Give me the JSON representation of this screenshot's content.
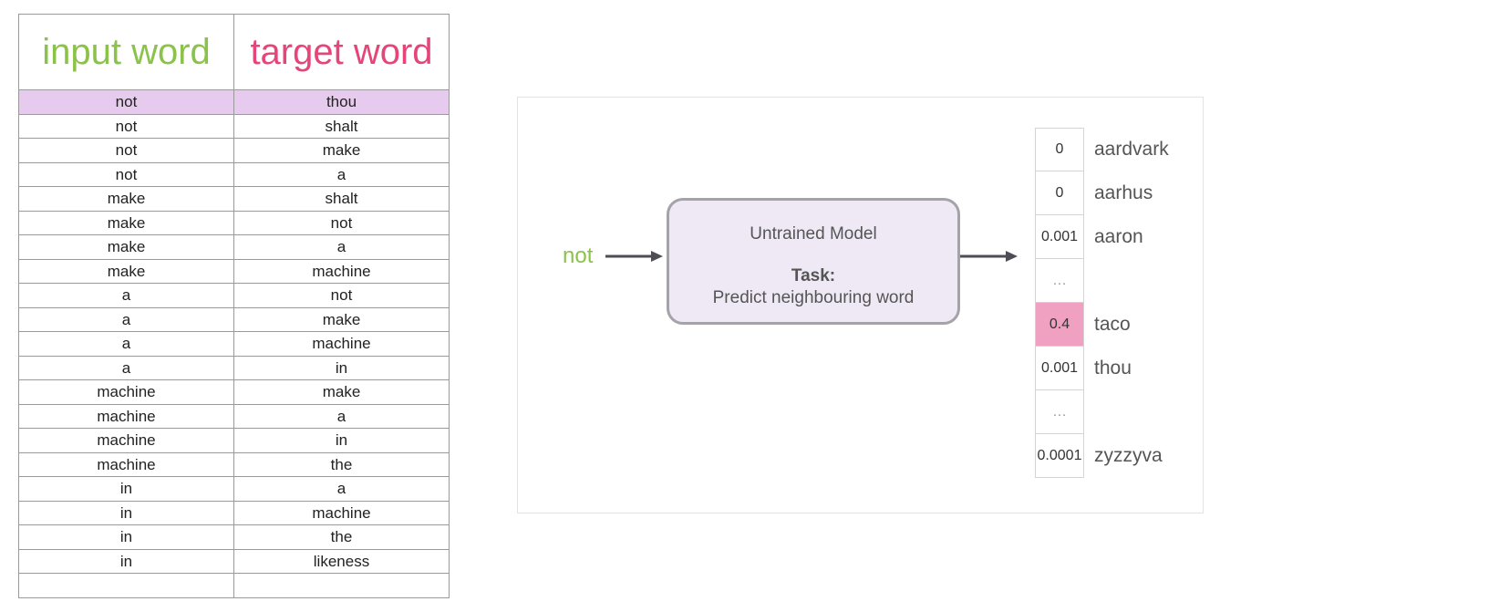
{
  "table": {
    "headers": {
      "input": "input word",
      "target": "target word"
    },
    "rows": [
      [
        "not",
        "thou"
      ],
      [
        "not",
        "shalt"
      ],
      [
        "not",
        "make"
      ],
      [
        "not",
        "a"
      ],
      [
        "make",
        "shalt"
      ],
      [
        "make",
        "not"
      ],
      [
        "make",
        "a"
      ],
      [
        "make",
        "machine"
      ],
      [
        "a",
        "not"
      ],
      [
        "a",
        "make"
      ],
      [
        "a",
        "machine"
      ],
      [
        "a",
        "in"
      ],
      [
        "machine",
        "make"
      ],
      [
        "machine",
        "a"
      ],
      [
        "machine",
        "in"
      ],
      [
        "machine",
        "the"
      ],
      [
        "in",
        "a"
      ],
      [
        "in",
        "machine"
      ],
      [
        "in",
        "the"
      ],
      [
        "in",
        "likeness"
      ],
      [
        "",
        ""
      ]
    ],
    "highlight_row": 0
  },
  "diagram": {
    "input_word": "not",
    "model_title": "Untrained Model",
    "task_label": "Task:",
    "task_text": "Predict neighbouring word",
    "outputs": [
      {
        "prob": "0",
        "word": "aardvark"
      },
      {
        "prob": "0",
        "word": "aarhus"
      },
      {
        "prob": "0.001",
        "word": "aaron"
      },
      {
        "prob": "…",
        "word": ""
      },
      {
        "prob": "0.4",
        "word": "taco",
        "highlight": true
      },
      {
        "prob": "0.001",
        "word": "thou"
      },
      {
        "prob": "…",
        "word": ""
      },
      {
        "prob": "0.0001",
        "word": "zyzzyva"
      }
    ]
  },
  "colors": {
    "input_green": "#8bc34a",
    "target_pink": "#e6457a",
    "row_highlight": "#e6cbee",
    "prob_highlight": "#f0a0c0",
    "model_fill": "#efe9f6"
  }
}
